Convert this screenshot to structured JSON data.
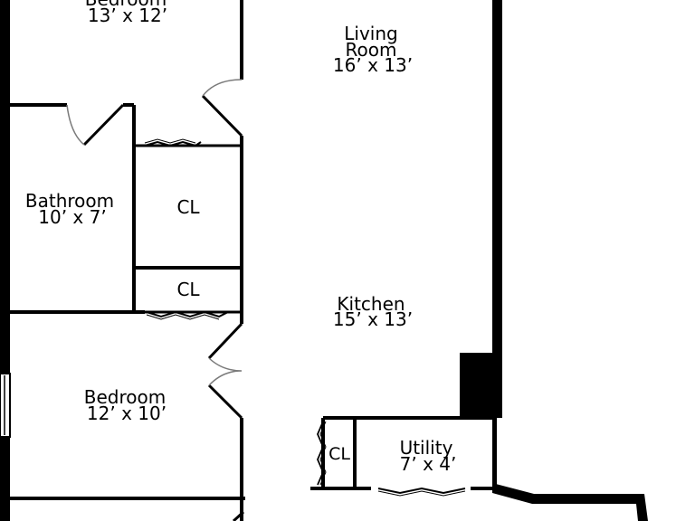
{
  "colors": {
    "wall": "#000000",
    "background": "#ffffff",
    "door_arc": "#7a7a7a"
  },
  "rooms": {
    "bedroom_top": {
      "name": "Bedroom",
      "size": "13’ x 12’"
    },
    "living_room": {
      "name_line1": "Living",
      "name_line2": "Room",
      "size": "16’ x 13’"
    },
    "bathroom": {
      "name": "Bathroom",
      "size": "10’ x 7’"
    },
    "closet_1": {
      "name": "CL"
    },
    "closet_2": {
      "name": "CL"
    },
    "kitchen": {
      "name": "Kitchen",
      "size": "15’ x 13’"
    },
    "bedroom_bottom": {
      "name": "Bedroom",
      "size": "12’ x 10’"
    },
    "closet_3": {
      "name": "CL"
    },
    "utility": {
      "name": "Utility",
      "size": "7’ x 4’"
    }
  }
}
